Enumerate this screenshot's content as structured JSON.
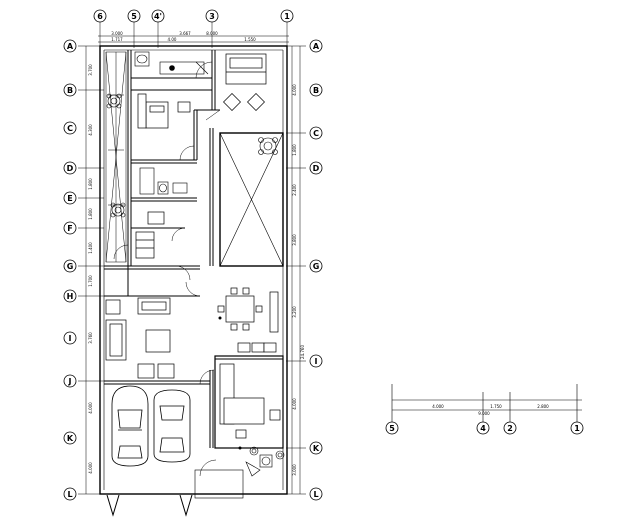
{
  "plan": {
    "top_gridlines": [
      "6",
      "5",
      "4'",
      "3",
      "1"
    ],
    "left_gridlines": [
      "A",
      "B",
      "C",
      "D",
      "E",
      "F",
      "G",
      "H",
      "I",
      "J",
      "K",
      "L"
    ],
    "right_gridlines": [
      "A",
      "B",
      "C",
      "D",
      "G",
      "I",
      "K",
      "L"
    ],
    "top_dimensions": [
      "3.000",
      "3.667",
      "8.000",
      "1.717",
      "4.00",
      "1.550"
    ],
    "left_dimensions": [
      "3.700",
      "4.300",
      "1.800",
      "1.800",
      "1.400",
      "1.700",
      "3.760",
      "4.000",
      "4.000"
    ],
    "right_dimensions": [
      "4.000",
      "1.800",
      "2.400",
      "3.800",
      "3.200",
      "4.000",
      "3.000"
    ],
    "right_total_dimension": "24.760"
  },
  "detail": {
    "gridlines": [
      "5",
      "4",
      "2",
      "1"
    ],
    "dimensions": [
      "4.000",
      "1.750",
      "2.800"
    ],
    "total_dimension": "9.000"
  },
  "colors": {
    "line": "#000000",
    "background": "#ffffff"
  }
}
